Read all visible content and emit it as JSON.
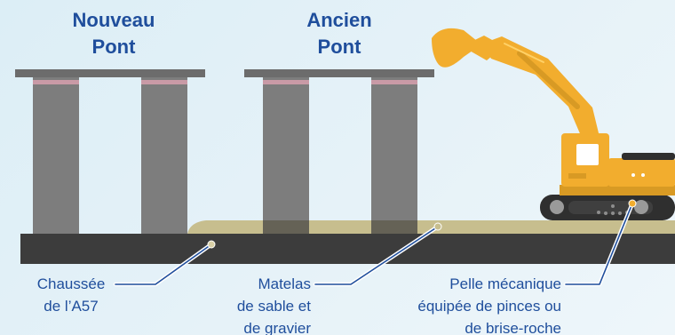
{
  "titles": {
    "new_bridge": [
      "Nouveau",
      "Pont"
    ],
    "old_bridge": [
      "Ancien",
      "Pont"
    ]
  },
  "labels": {
    "roadway": [
      "Chaussée",
      "de l’A57"
    ],
    "bed": [
      "Matelas",
      "de sable et",
      "de gravier"
    ],
    "excavator": [
      "Pelle mécanique",
      "équipée de pinces ou",
      "de brise-roche"
    ]
  },
  "colors": {
    "deck": "#6c6c6c",
    "pillar": "#7d7d7d",
    "bearing": "#c99aa6",
    "road": "#3c3c3c",
    "sand": "#c7be8e",
    "excavator": "#f2ad2e",
    "track": "#2f2f2f",
    "text": "#1f4e9c"
  }
}
